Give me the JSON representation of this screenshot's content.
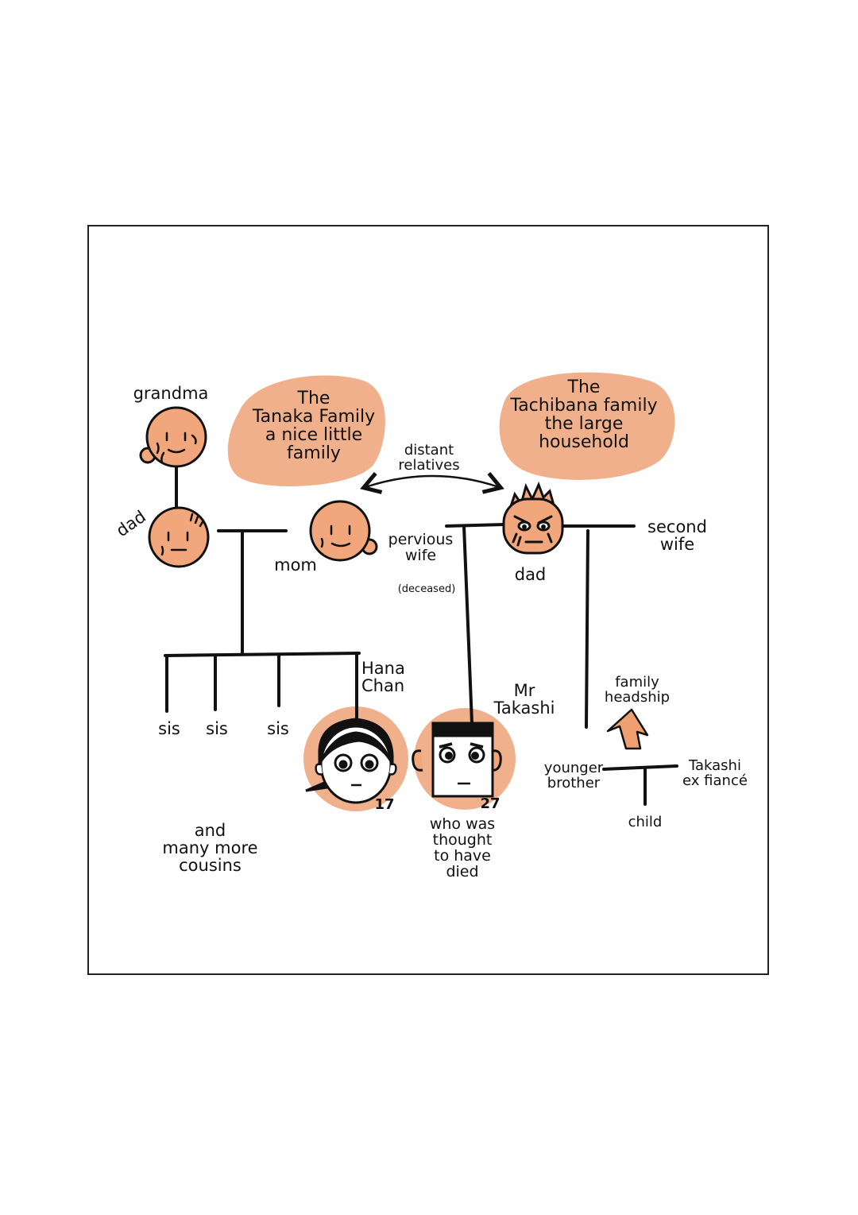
{
  "colors": {
    "skin": "#f1a67b",
    "blob": "#f0b08c",
    "ink": "#111111",
    "frame": "#222222",
    "background": "#ffffff"
  },
  "tanaka": {
    "title": "The\nTanaka Family\na nice little\nfamily",
    "grandma": "grandma",
    "dad": "dad",
    "mom": "mom",
    "sisters": [
      "sis",
      "sis",
      "sis"
    ],
    "hana": "Hana\nChan",
    "hana_age": "17",
    "cousins": "and\nmany more\ncousins"
  },
  "link": {
    "label": "distant\nrelatives"
  },
  "tachibana": {
    "title": "The\nTachibana family\nthe large\nhousehold",
    "previous_wife": "pervious\nwife",
    "deceased": "(deceased)",
    "dad": "dad",
    "second_wife": "second\nwife",
    "takashi": "Mr\nTakashi",
    "takashi_age": "27",
    "takashi_note": "who was\nthought\nto have\ndied",
    "headship": "family\nheadship",
    "younger_brother": "younger\nbrother",
    "ex_fiance": "Takashi\nex fiancé",
    "child": "child"
  }
}
